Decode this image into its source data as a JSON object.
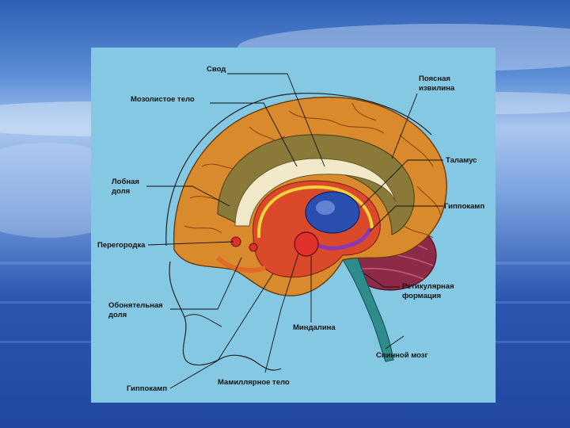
{
  "diagram": {
    "labels": {
      "svod": "Свод",
      "corpus_callosum": "Мозолистое тело",
      "cingulate_line1": "Поясная",
      "cingulate_line2": "извилина",
      "frontal_line1": "Лобная",
      "frontal_line2": "доля",
      "thalamus": "Таламус",
      "hippocampus_right": "Гиппокамп",
      "septum": "Перегородка",
      "reticular_line1": "Ретикулярная",
      "reticular_line2": "формация",
      "olfactory_line1": "Обонятельная",
      "olfactory_line2": "доля",
      "amygdala": "Миндалина",
      "spinal_cord": "Спинной мозг",
      "hippocampus_bottom": "Гиппокамп",
      "mammillary": "Мамиллярное тело"
    }
  },
  "colors": {
    "panel_bg": "#85c8e3",
    "cortex": "#d98a2c",
    "cortex_dark": "#b3661c",
    "limbic_red": "#d9492a",
    "thalamus_blue": "#2a4fb0",
    "cerebellum": "#8c2a48",
    "brainstem": "#2e8c8c"
  }
}
